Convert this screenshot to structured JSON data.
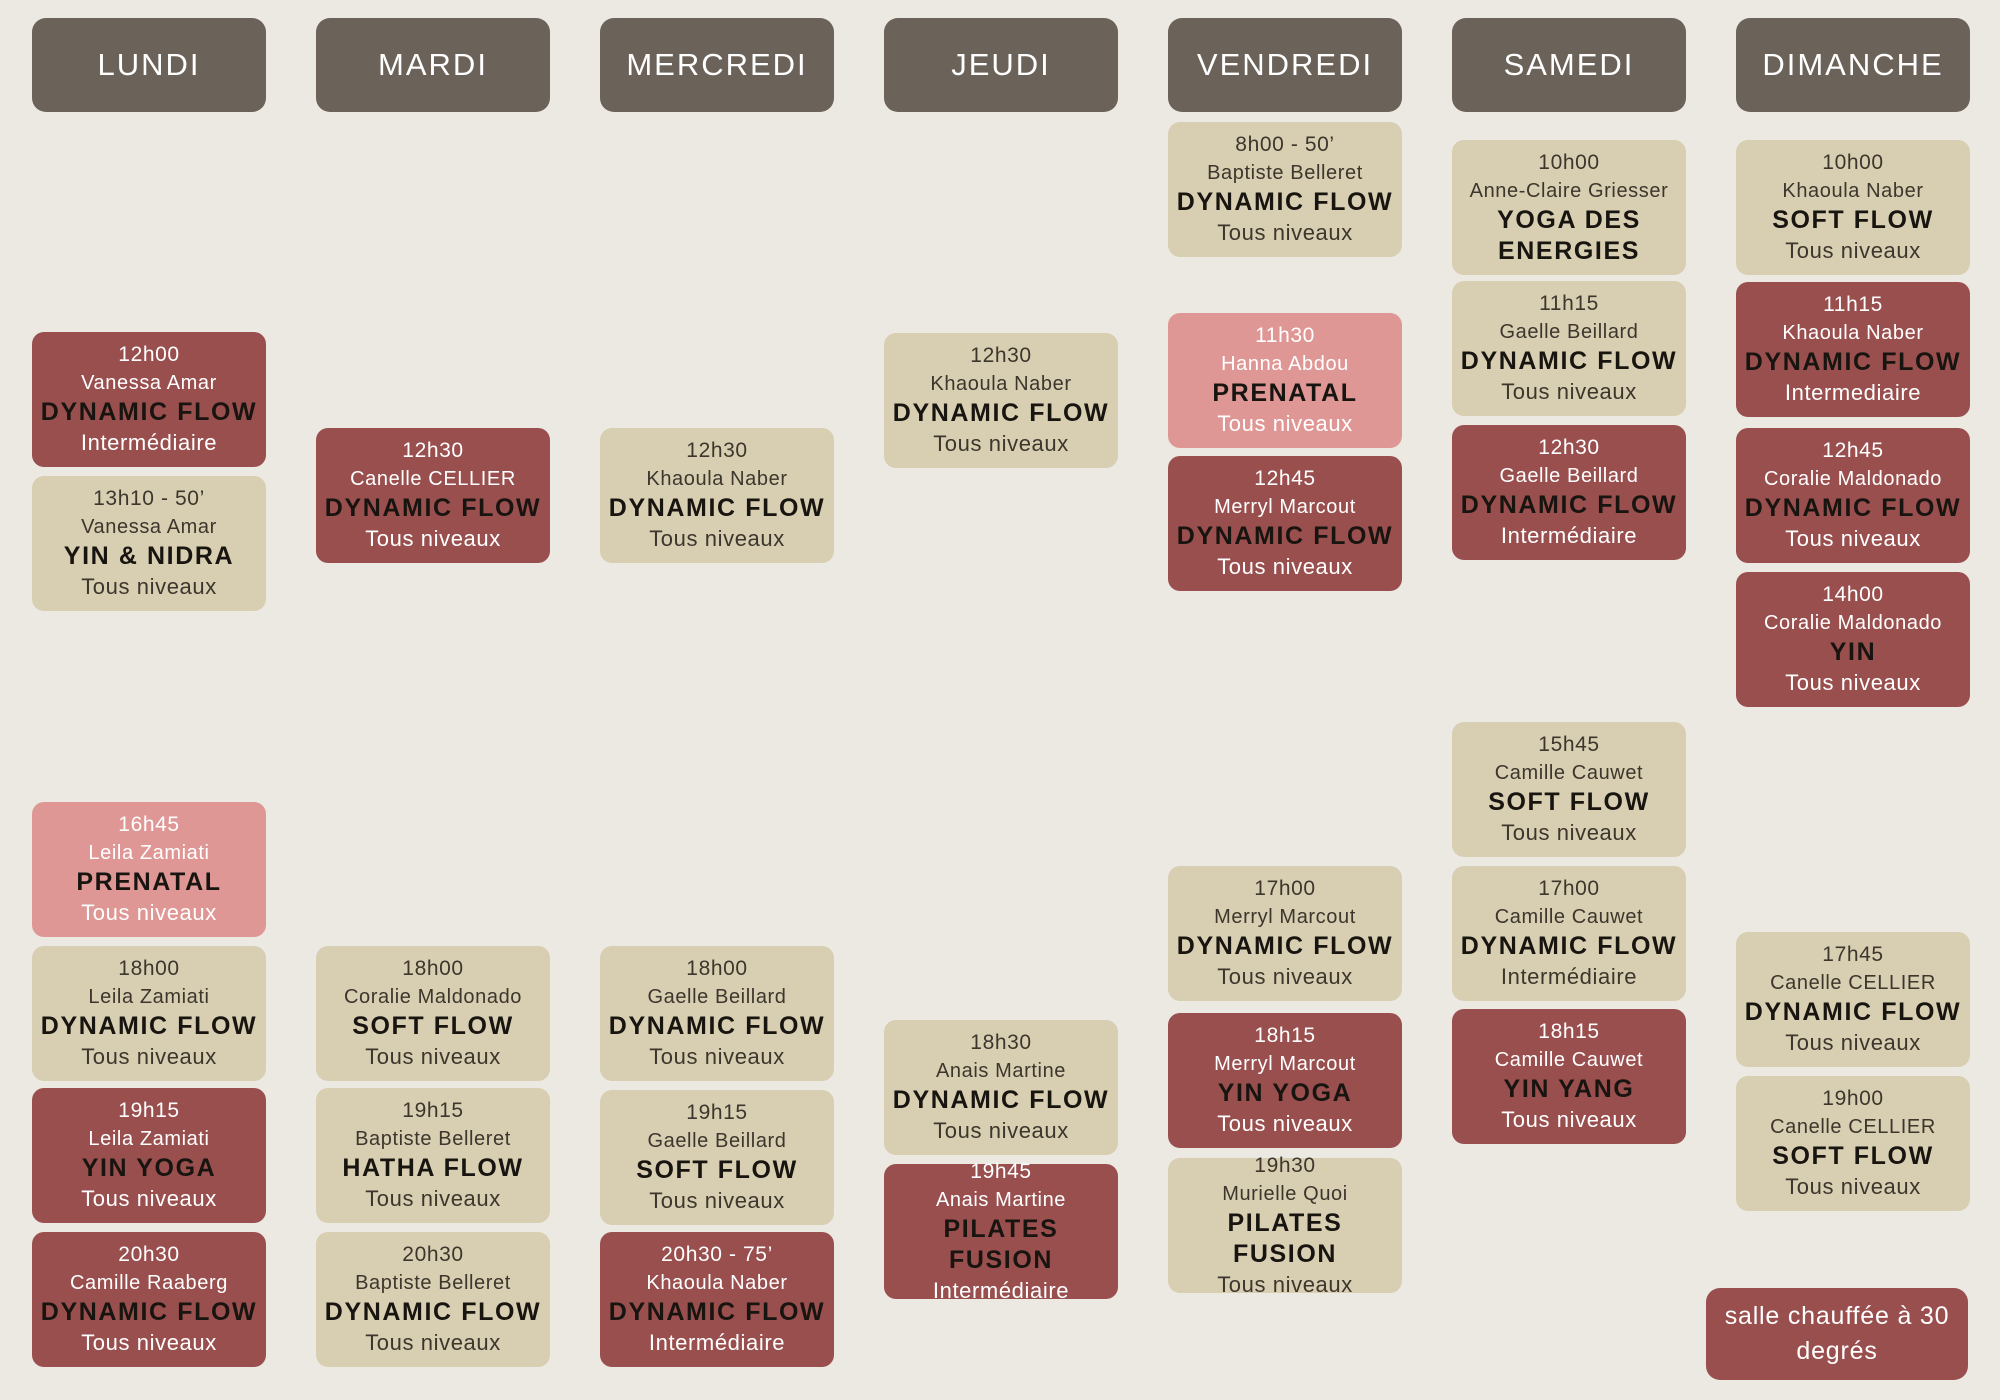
{
  "days": [
    "LUNDI",
    "MARDI",
    "MERCREDI",
    "JEUDI",
    "VENDREDI",
    "SAMEDI",
    "DIMANCHE"
  ],
  "note": "salle chauffée à 30 degrés",
  "colors": {
    "beige": "#d8cfb2",
    "red": "#9a4f4f",
    "pink": "#df9795",
    "header": "#6b6259",
    "background": "#ece9e3"
  },
  "classes": [
    {
      "day": "LUNDI",
      "time": "12h00",
      "teacher": "Vanessa Amar",
      "name": "DYNAMIC FLOW",
      "level": "Intermédiaire",
      "color": "red"
    },
    {
      "day": "LUNDI",
      "time": "13h10 - 50’",
      "teacher": "Vanessa Amar",
      "name": "YIN & NIDRA",
      "level": "Tous niveaux",
      "color": "beige"
    },
    {
      "day": "LUNDI",
      "time": "16h45",
      "teacher": "Leila Zamiati",
      "name": "PRENATAL",
      "level": "Tous niveaux",
      "color": "pink"
    },
    {
      "day": "LUNDI",
      "time": "18h00",
      "teacher": "Leila Zamiati",
      "name": "DYNAMIC FLOW",
      "level": "Tous niveaux",
      "color": "beige"
    },
    {
      "day": "LUNDI",
      "time": "19h15",
      "teacher": "Leila Zamiati",
      "name": "YIN YOGA",
      "level": "Tous niveaux",
      "color": "red"
    },
    {
      "day": "LUNDI",
      "time": "20h30",
      "teacher": "Camille Raaberg",
      "name": "DYNAMIC FLOW",
      "level": "Tous niveaux",
      "color": "red"
    },
    {
      "day": "MARDI",
      "time": "12h30",
      "teacher": "Canelle CELLIER",
      "name": "DYNAMIC FLOW",
      "level": "Tous niveaux",
      "color": "red"
    },
    {
      "day": "MARDI",
      "time": "18h00",
      "teacher": "Coralie Maldonado",
      "name": "SOFT FLOW",
      "level": "Tous niveaux",
      "color": "beige"
    },
    {
      "day": "MARDI",
      "time": "19h15",
      "teacher": "Baptiste Belleret",
      "name": "HATHA  FLOW",
      "level": "Tous niveaux",
      "color": "beige"
    },
    {
      "day": "MARDI",
      "time": "20h30",
      "teacher": "Baptiste Belleret",
      "name": "DYNAMIC FLOW",
      "level": "Tous niveaux",
      "color": "beige"
    },
    {
      "day": "MERCREDI",
      "time": "12h30",
      "teacher": "Khaoula Naber",
      "name": "DYNAMIC FLOW",
      "level": "Tous niveaux",
      "color": "beige"
    },
    {
      "day": "MERCREDI",
      "time": "18h00",
      "teacher": "Gaelle Beillard",
      "name": "DYNAMIC FLOW",
      "level": "Tous niveaux",
      "color": "beige"
    },
    {
      "day": "MERCREDI",
      "time": "19h15",
      "teacher": "Gaelle Beillard",
      "name": "SOFT FLOW",
      "level": "Tous niveaux",
      "color": "beige"
    },
    {
      "day": "MERCREDI",
      "time": "20h30 - 75’",
      "teacher": "Khaoula Naber",
      "name": "DYNAMIC FLOW",
      "level": "Intermédiaire",
      "color": "red"
    },
    {
      "day": "JEUDI",
      "time": "12h30",
      "teacher": "Khaoula Naber",
      "name": "DYNAMIC FLOW",
      "level": "Tous niveaux",
      "color": "beige"
    },
    {
      "day": "JEUDI",
      "time": "18h30",
      "teacher": "Anais Martine",
      "name": "DYNAMIC FLOW",
      "level": "Tous niveaux",
      "color": "beige"
    },
    {
      "day": "JEUDI",
      "time": "19h45",
      "teacher": "Anais Martine",
      "name": "PILATES FUSION",
      "level": "Intermédiaire",
      "color": "red"
    },
    {
      "day": "VENDREDI",
      "time": "8h00 - 50’",
      "teacher": "Baptiste Belleret",
      "name": "DYNAMIC FLOW",
      "level": "Tous niveaux",
      "color": "beige"
    },
    {
      "day": "VENDREDI",
      "time": "11h30",
      "teacher": "Hanna Abdou",
      "name": "PRENATAL",
      "level": "Tous niveaux",
      "color": "pink"
    },
    {
      "day": "VENDREDI",
      "time": "12h45",
      "teacher": "Merryl Marcout",
      "name": "DYNAMIC FLOW",
      "level": "Tous niveaux",
      "color": "red"
    },
    {
      "day": "VENDREDI",
      "time": "17h00",
      "teacher": "Merryl Marcout",
      "name": "DYNAMIC FLOW",
      "level": "Tous niveaux",
      "color": "beige"
    },
    {
      "day": "VENDREDI",
      "time": "18h15",
      "teacher": "Merryl Marcout",
      "name": "YIN YOGA",
      "level": "Tous niveaux",
      "color": "red"
    },
    {
      "day": "VENDREDI",
      "time": "19h30",
      "teacher": "Murielle Quoi",
      "name": "PILATES FUSION",
      "level": "Tous niveaux",
      "color": "beige"
    },
    {
      "day": "SAMEDI",
      "time": "10h00",
      "teacher": "Anne-Claire Griesser",
      "name": "YOGA DES ENERGIES",
      "level": "",
      "color": "beige"
    },
    {
      "day": "SAMEDI",
      "time": "11h15",
      "teacher": "Gaelle Beillard",
      "name": "DYNAMIC FLOW",
      "level": "Tous niveaux",
      "color": "beige"
    },
    {
      "day": "SAMEDI",
      "time": "12h30",
      "teacher": "Gaelle Beillard",
      "name": "DYNAMIC FLOW",
      "level": "Intermédiaire",
      "color": "red"
    },
    {
      "day": "SAMEDI",
      "time": "15h45",
      "teacher": "Camille Cauwet",
      "name": "SOFT FLOW",
      "level": "Tous niveaux",
      "color": "beige"
    },
    {
      "day": "SAMEDI",
      "time": "17h00",
      "teacher": "Camille Cauwet",
      "name": "DYNAMIC FLOW",
      "level": "Intermédiaire",
      "color": "beige"
    },
    {
      "day": "SAMEDI",
      "time": "18h15",
      "teacher": "Camille Cauwet",
      "name": "YIN YANG",
      "level": "Tous niveaux",
      "color": "red"
    },
    {
      "day": "DIMANCHE",
      "time": "10h00",
      "teacher": "Khaoula Naber",
      "name": "SOFT FLOW",
      "level": "Tous niveaux",
      "color": "beige"
    },
    {
      "day": "DIMANCHE",
      "time": "11h15",
      "teacher": "Khaoula Naber",
      "name": "DYNAMIC FLOW",
      "level": "Intermediaire",
      "color": "red"
    },
    {
      "day": "DIMANCHE",
      "time": "12h45",
      "teacher": "Coralie Maldonado",
      "name": "DYNAMIC FLOW",
      "level": "Tous niveaux",
      "color": "red"
    },
    {
      "day": "DIMANCHE",
      "time": "14h00",
      "teacher": "Coralie Maldonado",
      "name": "YIN",
      "level": "Tous niveaux",
      "color": "red"
    },
    {
      "day": "DIMANCHE",
      "time": "17h45",
      "teacher": "Canelle CELLIER",
      "name": "DYNAMIC FLOW",
      "level": "Tous niveaux",
      "color": "beige"
    },
    {
      "day": "DIMANCHE",
      "time": "19h00",
      "teacher": "Canelle CELLIER",
      "name": "SOFT FLOW",
      "level": "Tous niveaux",
      "color": "beige"
    }
  ]
}
